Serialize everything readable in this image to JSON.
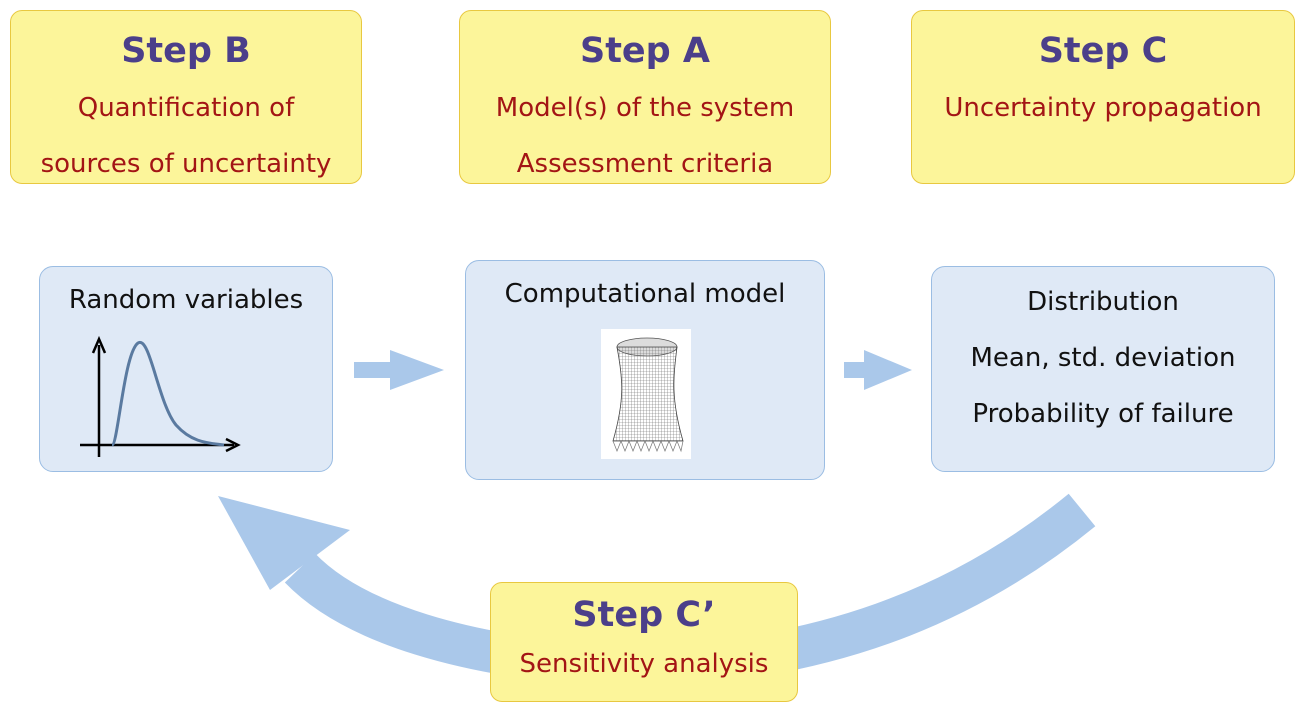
{
  "steps": {
    "b": {
      "title": "Step B",
      "lines": [
        "Quantification of",
        "sources of uncertainty"
      ]
    },
    "a": {
      "title": "Step A",
      "lines": [
        "Model(s) of the system",
        "Assessment criteria"
      ]
    },
    "c": {
      "title": "Step C",
      "lines": [
        "Uncertainty propagation"
      ]
    },
    "c_prime": {
      "title": "Step C’",
      "lines": [
        "Sensitivity analysis"
      ]
    }
  },
  "boxes": {
    "input": {
      "title": "Random variables"
    },
    "model": {
      "title": "Computational model"
    },
    "output": {
      "lines": [
        "Distribution",
        "Mean, std. deviation",
        "Probability of failure"
      ]
    }
  },
  "colors": {
    "step_fill": "#fcf59a",
    "step_title": "#4b3f8a",
    "step_text": "#a31515",
    "box_fill": "#dfe9f6",
    "box_border": "#9bbde3",
    "arrow": "#aac8ea",
    "pdf_curve": "#5a7aa0"
  }
}
